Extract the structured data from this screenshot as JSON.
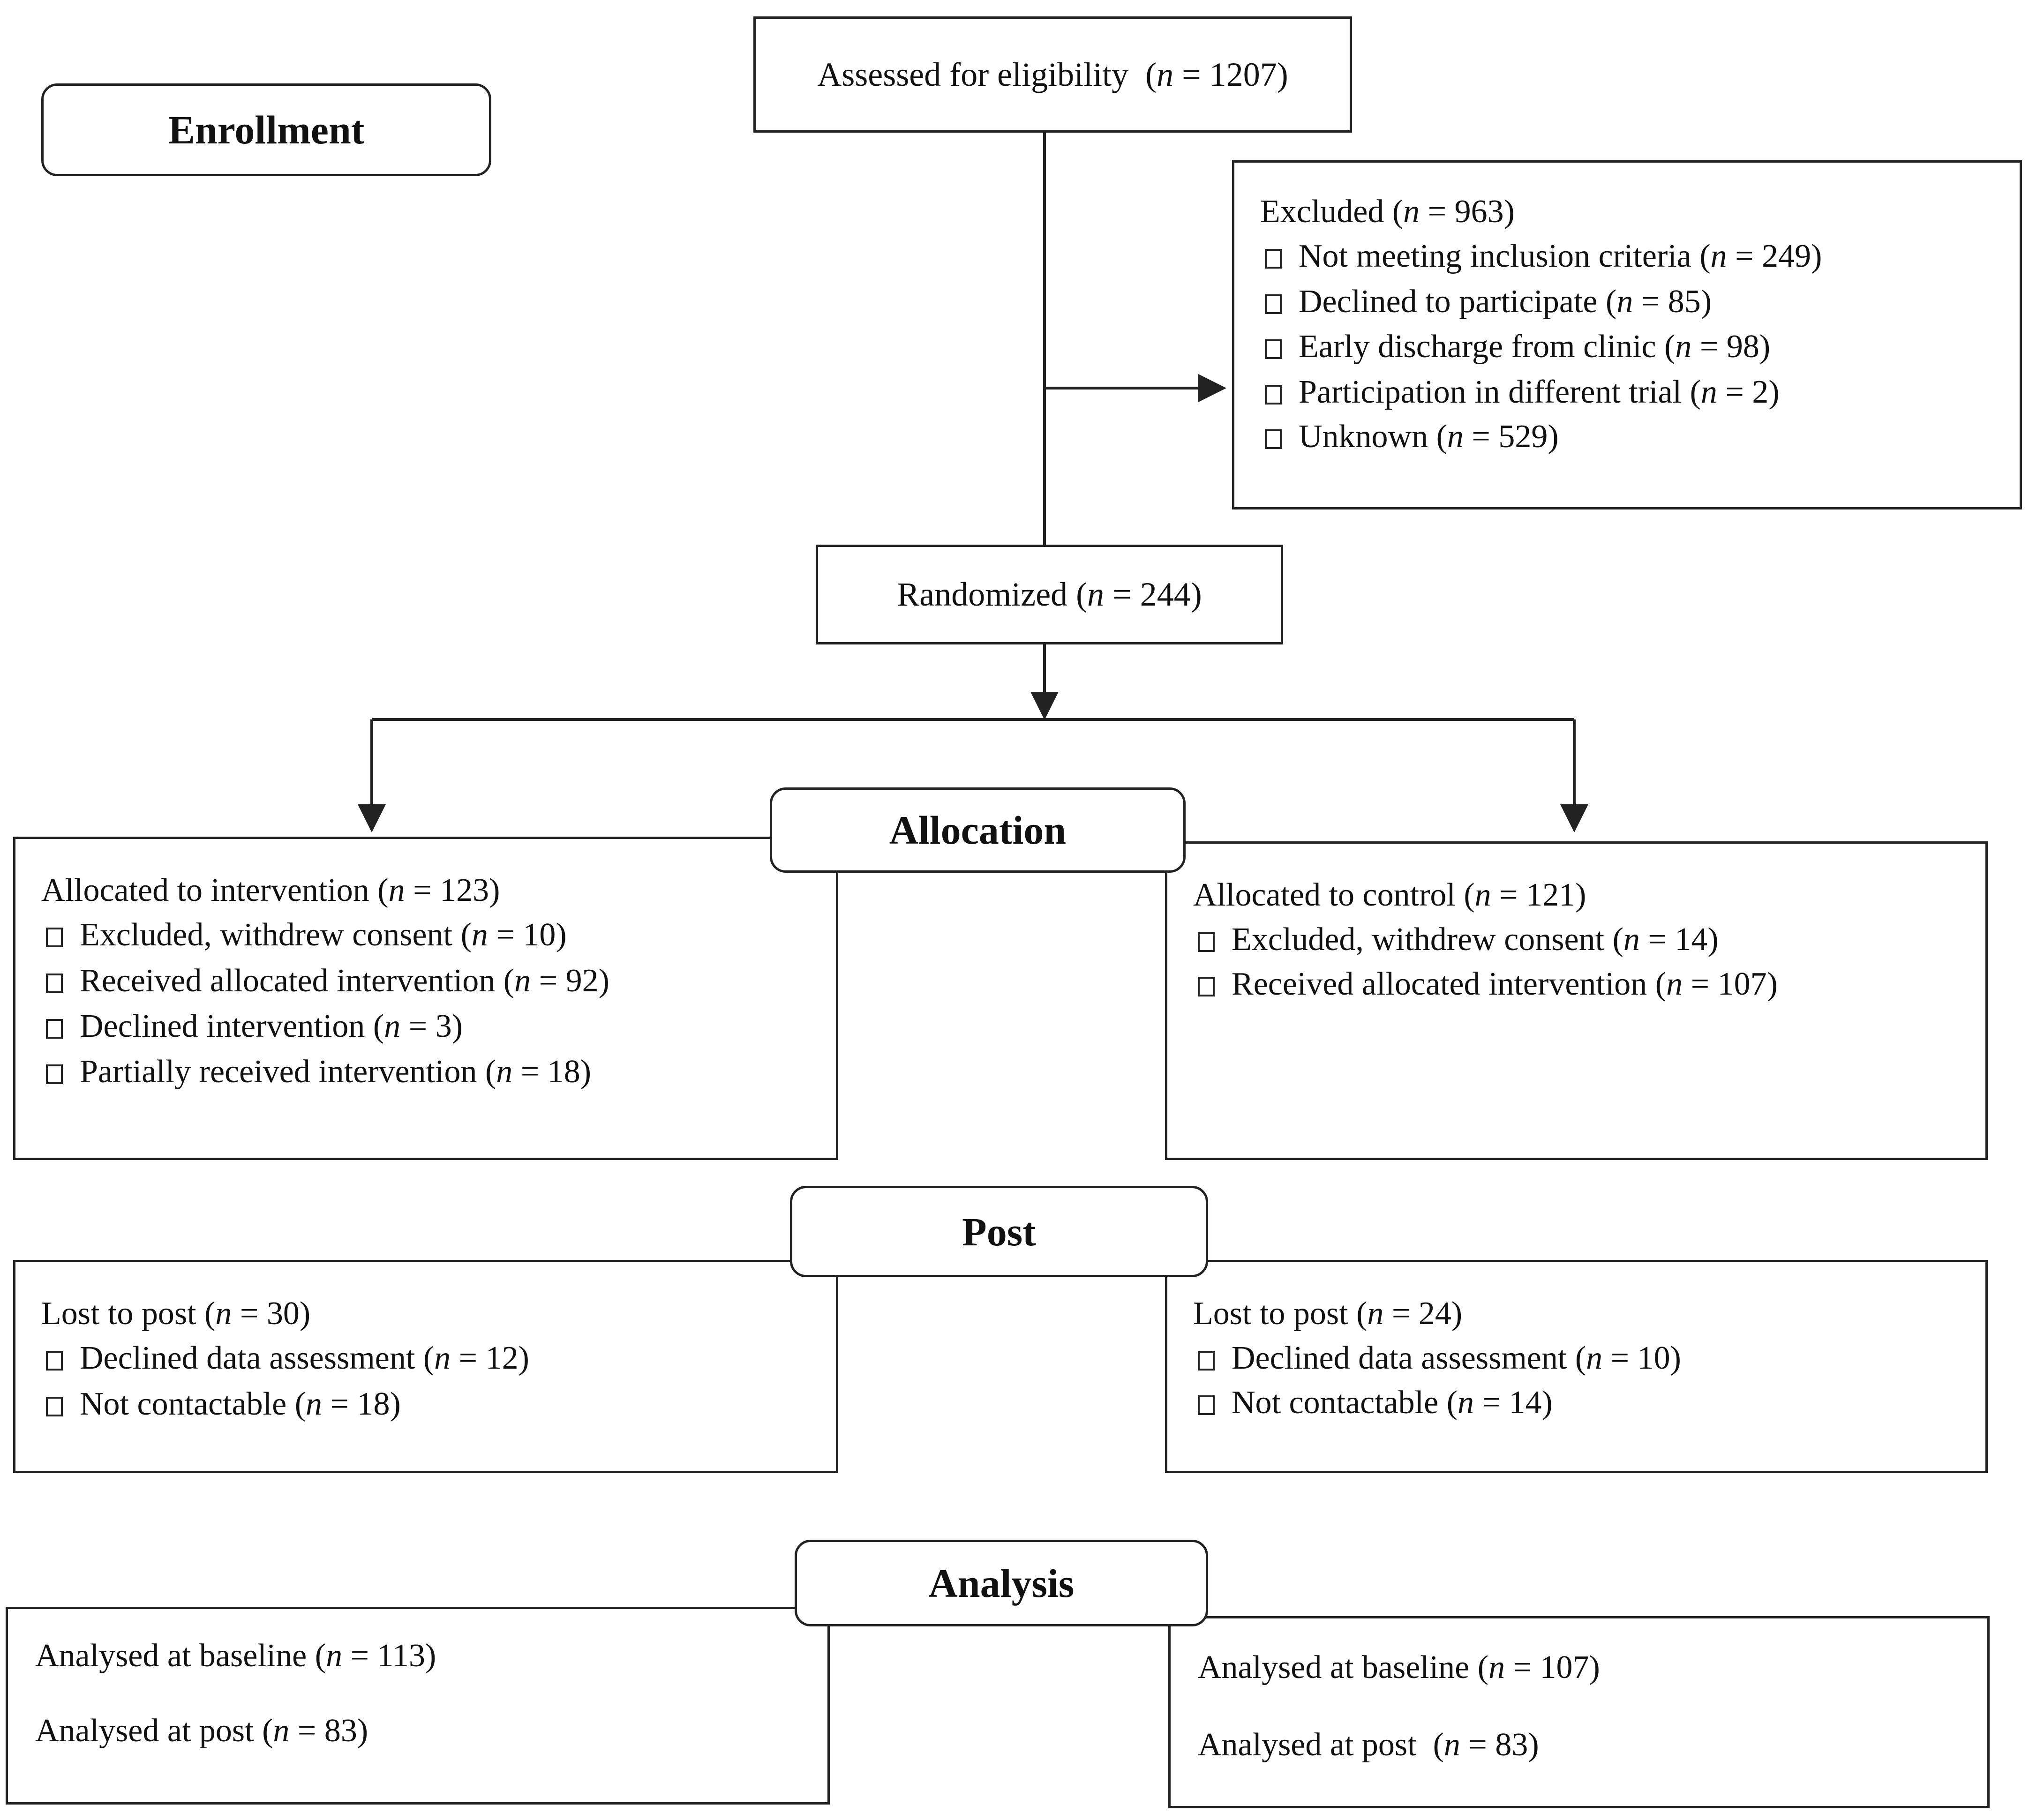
{
  "phases": {
    "enrollment": "Enrollment",
    "allocation": "Allocation",
    "post": "Post",
    "analysis": "Analysis"
  },
  "assessed": {
    "label": "Assessed for eligibility",
    "n": "1207"
  },
  "excluded": {
    "label": "Excluded",
    "n": "963",
    "items": [
      {
        "label": "Not meeting inclusion criteria",
        "n": "249"
      },
      {
        "label": "Declined to participate",
        "n": "85"
      },
      {
        "label": "Early discharge from clinic",
        "n": "98"
      },
      {
        "label": "Participation in different trial",
        "n": "2"
      },
      {
        "label": "Unknown",
        "n": "529"
      }
    ]
  },
  "randomized": {
    "label": "Randomized",
    "n": "244"
  },
  "intervention": {
    "allocated": {
      "label": "Allocated to intervention",
      "n": "123"
    },
    "items": [
      {
        "label": "Excluded, withdrew consent",
        "n": "10"
      },
      {
        "label": "Received allocated intervention",
        "n": "92"
      },
      {
        "label": "Declined intervention",
        "n": "3"
      },
      {
        "label": "Partially received intervention",
        "n": "18"
      }
    ],
    "lost": {
      "label": "Lost to post",
      "n": "30"
    },
    "lost_items": [
      {
        "label": "Declined data assessment",
        "n": "12"
      },
      {
        "label": "Not contactable",
        "n": "18"
      }
    ],
    "analysed": [
      {
        "label": "Analysed at baseline",
        "n": "113"
      },
      {
        "label": "Analysed at post",
        "n": "83"
      }
    ]
  },
  "control": {
    "allocated": {
      "label": "Allocated to control",
      "n": "121"
    },
    "items": [
      {
        "label": "Excluded, withdrew consent",
        "n": "14"
      },
      {
        "label": "Received allocated intervention",
        "n": "107"
      }
    ],
    "lost": {
      "label": "Lost to post",
      "n": "24"
    },
    "lost_items": [
      {
        "label": "Declined data assessment",
        "n": "10"
      },
      {
        "label": "Not contactable",
        "n": "14"
      }
    ],
    "analysed": [
      {
        "label": "Analysed at baseline",
        "n": "107"
      },
      {
        "label": "Analysed at post",
        "n": "83"
      }
    ]
  }
}
